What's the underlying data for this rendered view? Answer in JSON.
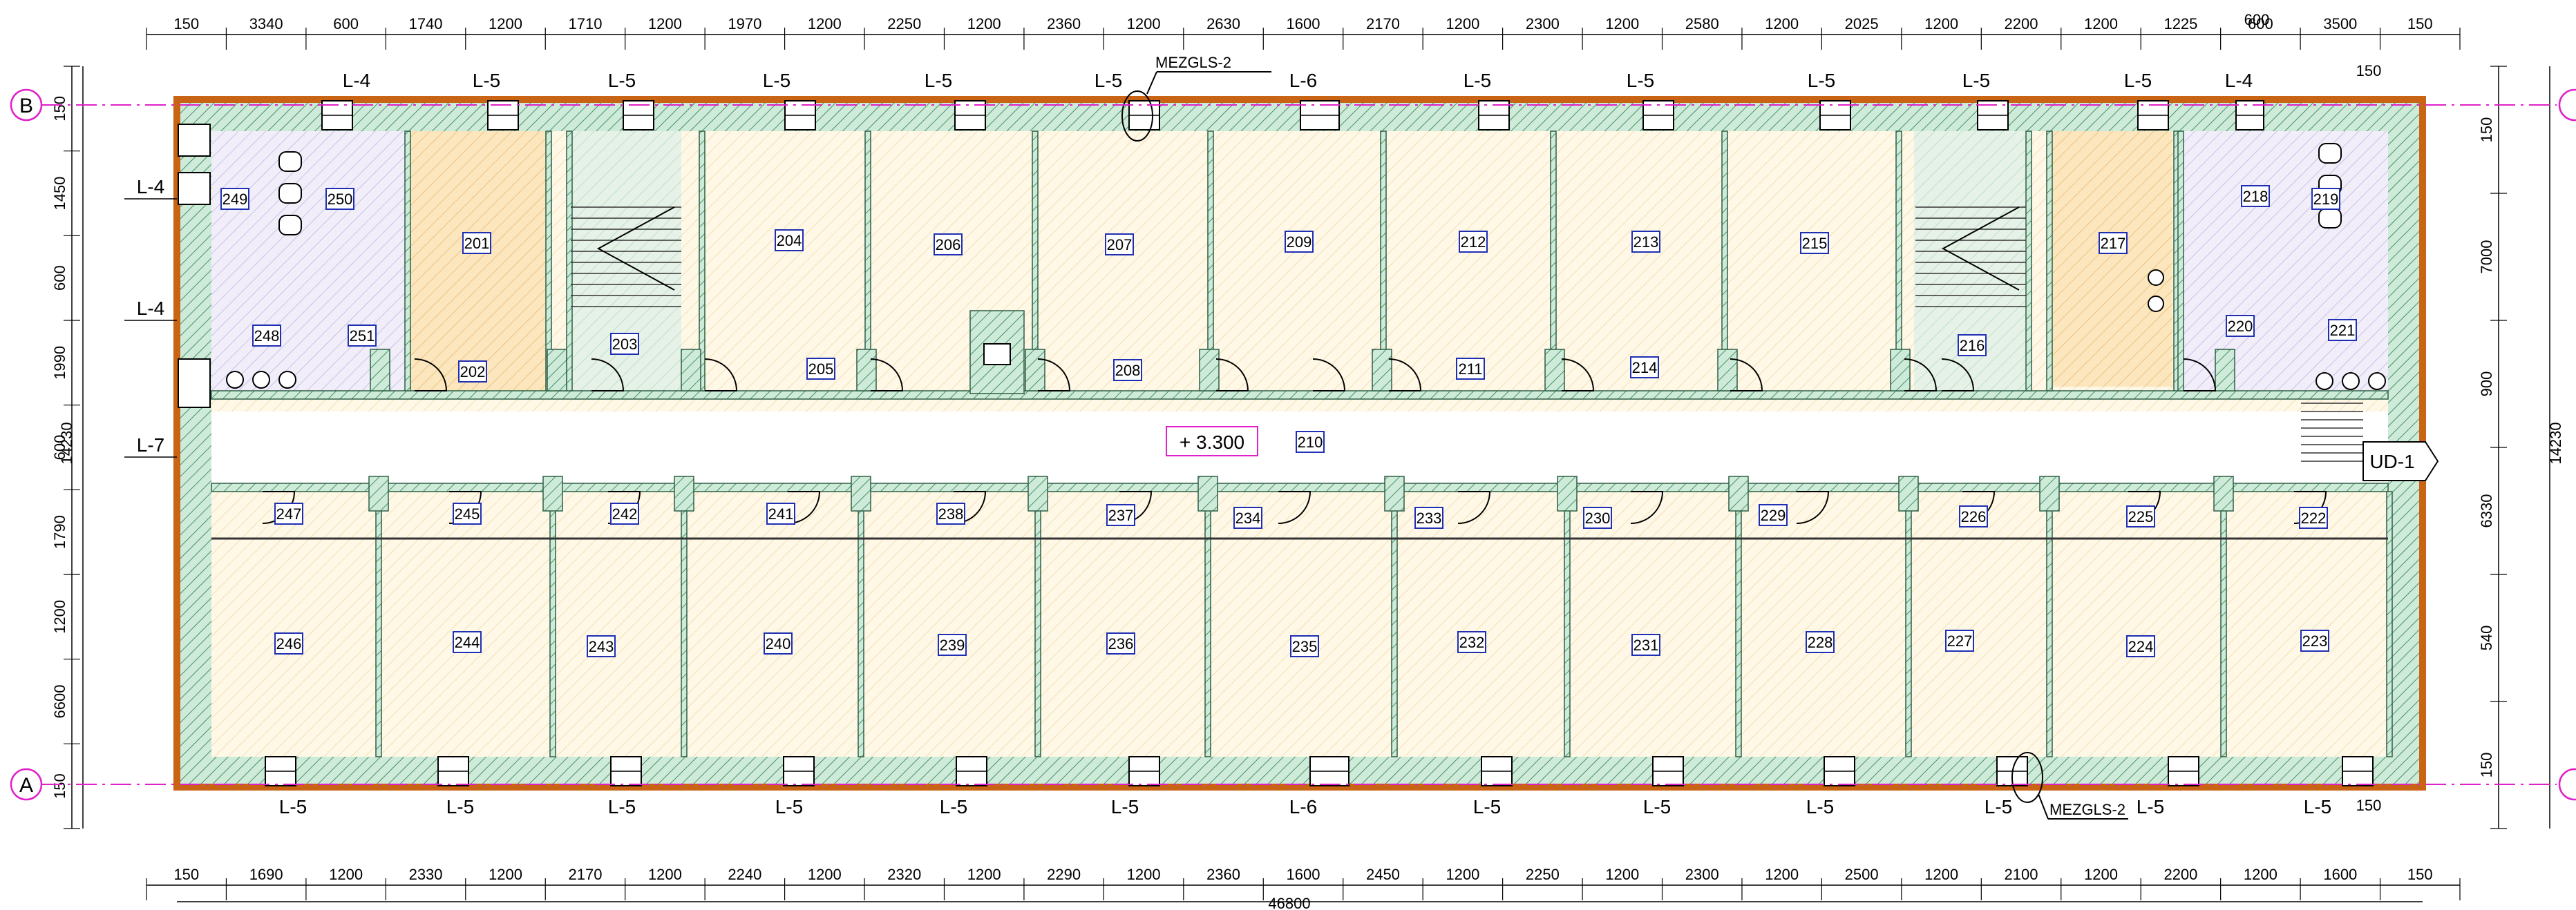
{
  "colors": {
    "wall_fill": "#cdebd8",
    "wall_hatch": "#4a8f6a",
    "outer_band": "#c86414",
    "room_warm": "#fff7e0",
    "room_orange": "#fbe4b8",
    "room_violet": "#eeeaf8",
    "room_green": "#e4f1e6",
    "label_box": "#1f2fb4",
    "axis_circle": "#e020c8",
    "dim_line": "#000000"
  },
  "top_dims": [
    "150",
    "3340",
    "600",
    "1740",
    "1200",
    "1710",
    "1200",
    "1970",
    "1200",
    "2250",
    "1200",
    "2360",
    "1200",
    "2630",
    "1600",
    "2170",
    "1200",
    "2300",
    "1200",
    "2580",
    "1200",
    "2025",
    "1200",
    "2200",
    "1200",
    "1225",
    "600",
    "3500",
    "150"
  ],
  "bottom_dims": [
    "150",
    "1690",
    "1200",
    "2330",
    "1200",
    "2170",
    "1200",
    "2240",
    "1200",
    "2320",
    "1200",
    "2290",
    "1200",
    "2360",
    "1600",
    "2450",
    "1200",
    "2250",
    "1200",
    "2300",
    "1200",
    "2500",
    "1200",
    "2100",
    "1200",
    "2200",
    "1200",
    "1600",
    "150"
  ],
  "total_width": "46800",
  "left_dims": [
    "150",
    "1450",
    "600",
    "1990",
    "600",
    "1790",
    "1200",
    "6600",
    "150"
  ],
  "left_total": "14230",
  "right_dims": [
    "150",
    "7000",
    "900",
    "6330",
    "540",
    "150"
  ],
  "right_total": "14230",
  "axes": {
    "top": "B",
    "bottom": "A"
  },
  "window_labels_top": [
    "L-4",
    "L-5",
    "L-5",
    "L-5",
    "L-5",
    "L-5",
    "L-6",
    "L-5",
    "L-5",
    "L-5",
    "L-5",
    "L-5",
    "L-4"
  ],
  "window_labels_bottom": [
    "L-5",
    "L-5",
    "L-5",
    "L-5",
    "L-5",
    "L-5",
    "L-6",
    "L-5",
    "L-5",
    "L-5",
    "L-5",
    "L-5",
    "L-5"
  ],
  "window_labels_left": [
    "L-4",
    "L-4",
    "L-7"
  ],
  "mezgls_top": "MEZGLS-2",
  "mezgls_bottom": "MEZGLS-2",
  "level_mark": "+ 3.300",
  "exit_label": "UD-1",
  "extra_dims": {
    "top_right": "150",
    "bottom_right": "150",
    "top_small": "600"
  },
  "rooms": [
    "249",
    "250",
    "201",
    "204",
    "206",
    "207",
    "209",
    "212",
    "213",
    "215",
    "217",
    "218",
    "219",
    "248",
    "251",
    "202",
    "203",
    "205",
    "208",
    "211",
    "214",
    "216",
    "220",
    "221",
    "210",
    "247",
    "245",
    "242",
    "241",
    "238",
    "237",
    "234",
    "233",
    "230",
    "229",
    "226",
    "225",
    "222",
    "246",
    "244",
    "243",
    "240",
    "239",
    "236",
    "235",
    "232",
    "231",
    "228",
    "227",
    "224",
    "223"
  ]
}
